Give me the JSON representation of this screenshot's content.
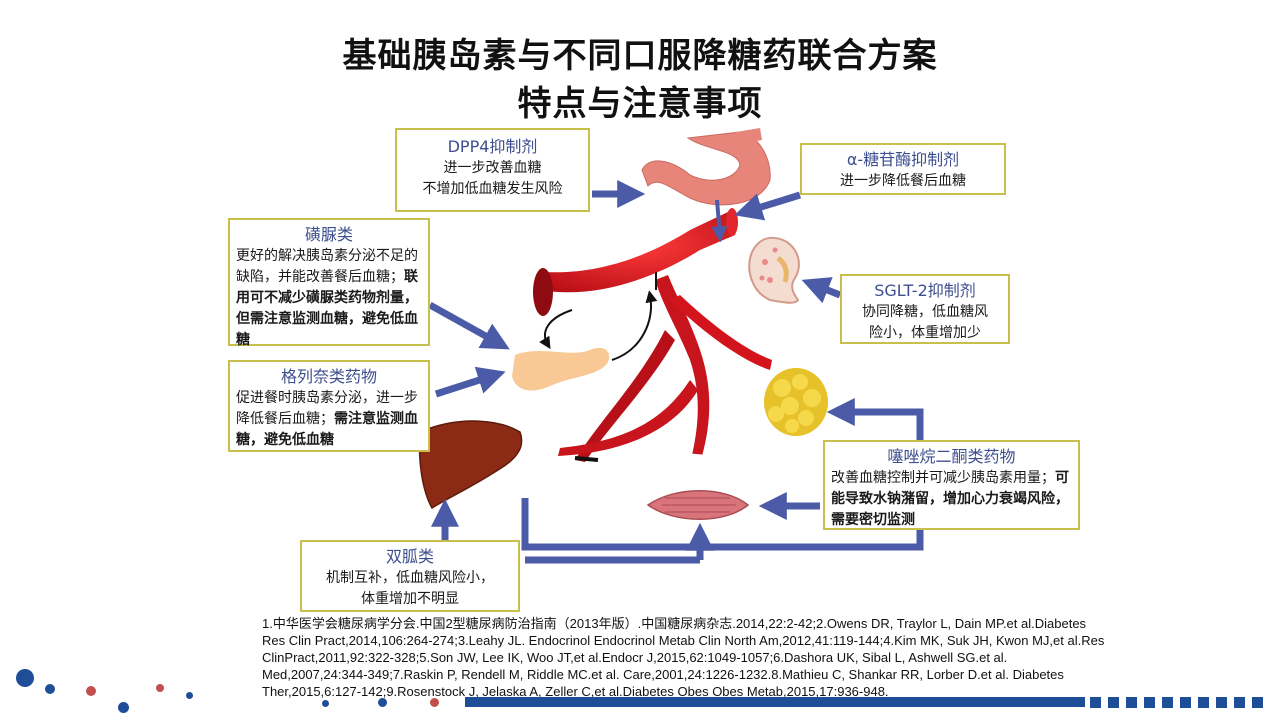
{
  "title": {
    "line1": "基础胰岛素与不同口服降糖药联合方案",
    "line2": "特点与注意事项"
  },
  "dpp4": {
    "heading": "DPP4抑制剂",
    "line1": "进一步改善血糖",
    "line2": "不增加低血糖发生风险"
  },
  "agi": {
    "heading": "α-糖苷酶抑制剂",
    "line1": "进一步降低餐后血糖"
  },
  "su": {
    "heading": "磺脲类",
    "normal": "更好的解决胰岛素分泌不足的缺陷，并能改善餐后血糖；",
    "bold": "联用可不减少磺脲类药物剂量，但需注意监测血糖，避免低血糖"
  },
  "sglt2": {
    "heading": "SGLT-2抑制剂",
    "line1": "协同降糖，低血糖风",
    "line2": "险小，体重增加少"
  },
  "glinide": {
    "heading": "格列奈类药物",
    "normal": "促进餐时胰岛素分泌，进一步降低餐后血糖；",
    "bold": "需注意监测血糖，避免低血糖"
  },
  "tzd": {
    "heading": "噻唑烷二酮类药物",
    "normal": "改善血糖控制并可减少胰岛素用量；",
    "bold": "可能导致水钠潴留，增加心力衰竭风险，需要密切监测"
  },
  "biguanide": {
    "heading": "双胍类",
    "line1": "机制互补，低血糖风险小，",
    "line2": "体重增加不明显"
  },
  "references": "1.中华医学会糖尿病学分会.中国2型糖尿病防治指南（2013年版）.中国糖尿病杂志.2014,22:2-42;2.Owens DR, Traylor L, Dain MP.et al.Diabetes Res Clin Pract,2014,106:264-274;3.Leahy JL. Endocrinol Endocrinol Metab Clin North Am,2012,41:119-144;4.Kim MK, Suk JH, Kwon MJ,et al.Res ClinPract,2011,92:322-328;5.Son JW, Lee IK, Woo JT,et al.Endocr J,2015,62:1049-1057;6.Dashora UK, Sibal L, Ashwell SG.et al. Med,2007,24:344-349;7.Raskin P, Rendell M, Riddle MC.et al. Care,2001,24:1226-1232.8.Mathieu C, Shankar RR, Lorber D.et al. Diabetes Ther,2015,6:127-142;9.Rosenstock J, Jelaska A, Zeller C,et al.Diabetes Obes Obes Metab,2015,17:936-948.",
  "colors": {
    "heading": "#3e4f8f",
    "box_border": "#c8c04a",
    "arrow": "#4b5ba8",
    "vessel": "#d4141c",
    "accent_bar": "#1f4e99"
  }
}
